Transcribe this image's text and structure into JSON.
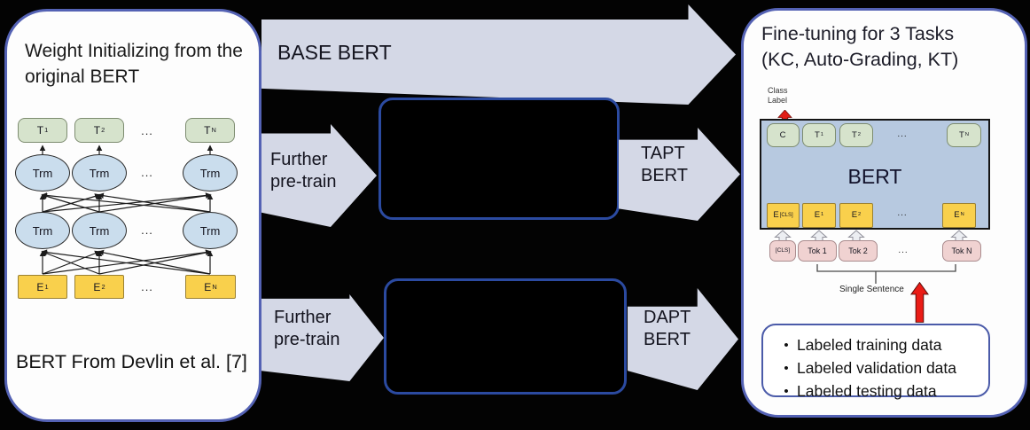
{
  "colors": {
    "background": "#030303",
    "panel_border": "#5462b4",
    "flow_arrow_fill": "#d4d8e6",
    "redacted_box_border": "#2b4aa0",
    "green_box": "#d6e3cc",
    "blue_ellipse": "#cadded",
    "yellow_box": "#f9d04c",
    "pink_box": "#f0d2d1",
    "bert_rect_fill": "#b7c9e0",
    "red_arrow": "#e11d15"
  },
  "left_panel": {
    "title": "Weight Initializing from the original BERT",
    "caption": "BERT From Devlin et al. [7]",
    "trm": "Trm",
    "dots": "...",
    "outputs": [
      {
        "base": "T",
        "sub": "1"
      },
      {
        "base": "T",
        "sub": "2"
      },
      {
        "base": "T",
        "sub": "N"
      }
    ],
    "inputs": [
      {
        "base": "E",
        "sub": "1"
      },
      {
        "base": "E",
        "sub": "2"
      },
      {
        "base": "E",
        "sub": "N"
      }
    ]
  },
  "flow": {
    "base_bert_label": "BASE BERT",
    "further_top": {
      "line1": "Further",
      "line2": "pre-train"
    },
    "further_bottom": {
      "line1": "Further",
      "line2": "pre-train"
    },
    "tapt": {
      "line1": "TAPT",
      "line2": "BERT"
    },
    "dapt": {
      "line1": "DAPT",
      "line2": "BERT"
    }
  },
  "right_panel": {
    "title_line1": "Fine-tuning for 3 Tasks",
    "title_line2": "(KC, Auto-Grading, KT)",
    "class_label": {
      "line1": "Class",
      "line2": "Label"
    },
    "bert_label": "BERT",
    "dots": "...",
    "top_row": [
      {
        "base": "C",
        "sub": ""
      },
      {
        "base": "T",
        "sub": "1"
      },
      {
        "base": "T",
        "sub": "2"
      },
      {
        "base": "T",
        "sub": "N"
      }
    ],
    "embedding_row": [
      {
        "base": "E",
        "sub": "[CLS]"
      },
      {
        "base": "E",
        "sub": "1"
      },
      {
        "base": "E",
        "sub": "2"
      },
      {
        "base": "E",
        "sub": "N"
      }
    ],
    "token_row": [
      "[CLS]",
      "Tok 1",
      "Tok 2",
      "Tok N"
    ],
    "single_sentence": "Single Sentence",
    "bullets": [
      "Labeled training data",
      "Labeled validation data",
      "Labeled testing data"
    ]
  }
}
